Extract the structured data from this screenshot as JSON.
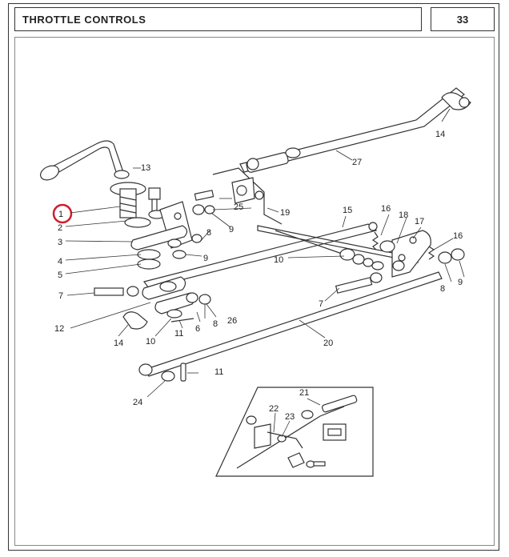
{
  "header": {
    "title": "THROTTLE CONTROLS",
    "page_number": "33"
  },
  "highlight_color": "#cc1f2b",
  "callouts": {
    "c1": "1",
    "c2": "2",
    "c3": "3",
    "c4": "4",
    "c5": "5",
    "c6": "6",
    "c7a": "7",
    "c7b": "7",
    "c8a": "8",
    "c8b": "8",
    "c8c": "8",
    "c9a": "9",
    "c9b": "9",
    "c9c": "9",
    "c10a": "10",
    "c10b": "10",
    "c11a": "11",
    "c11b": "11",
    "c12": "12",
    "c13": "13",
    "c14a": "14",
    "c14b": "14",
    "c15": "15",
    "c16a": "16",
    "c16b": "16",
    "c17": "17",
    "c18": "18",
    "c19": "19",
    "c20": "20",
    "c21": "21",
    "c22": "22",
    "c23": "23",
    "c24": "24",
    "c25": "25",
    "c26": "26",
    "c27": "27"
  }
}
